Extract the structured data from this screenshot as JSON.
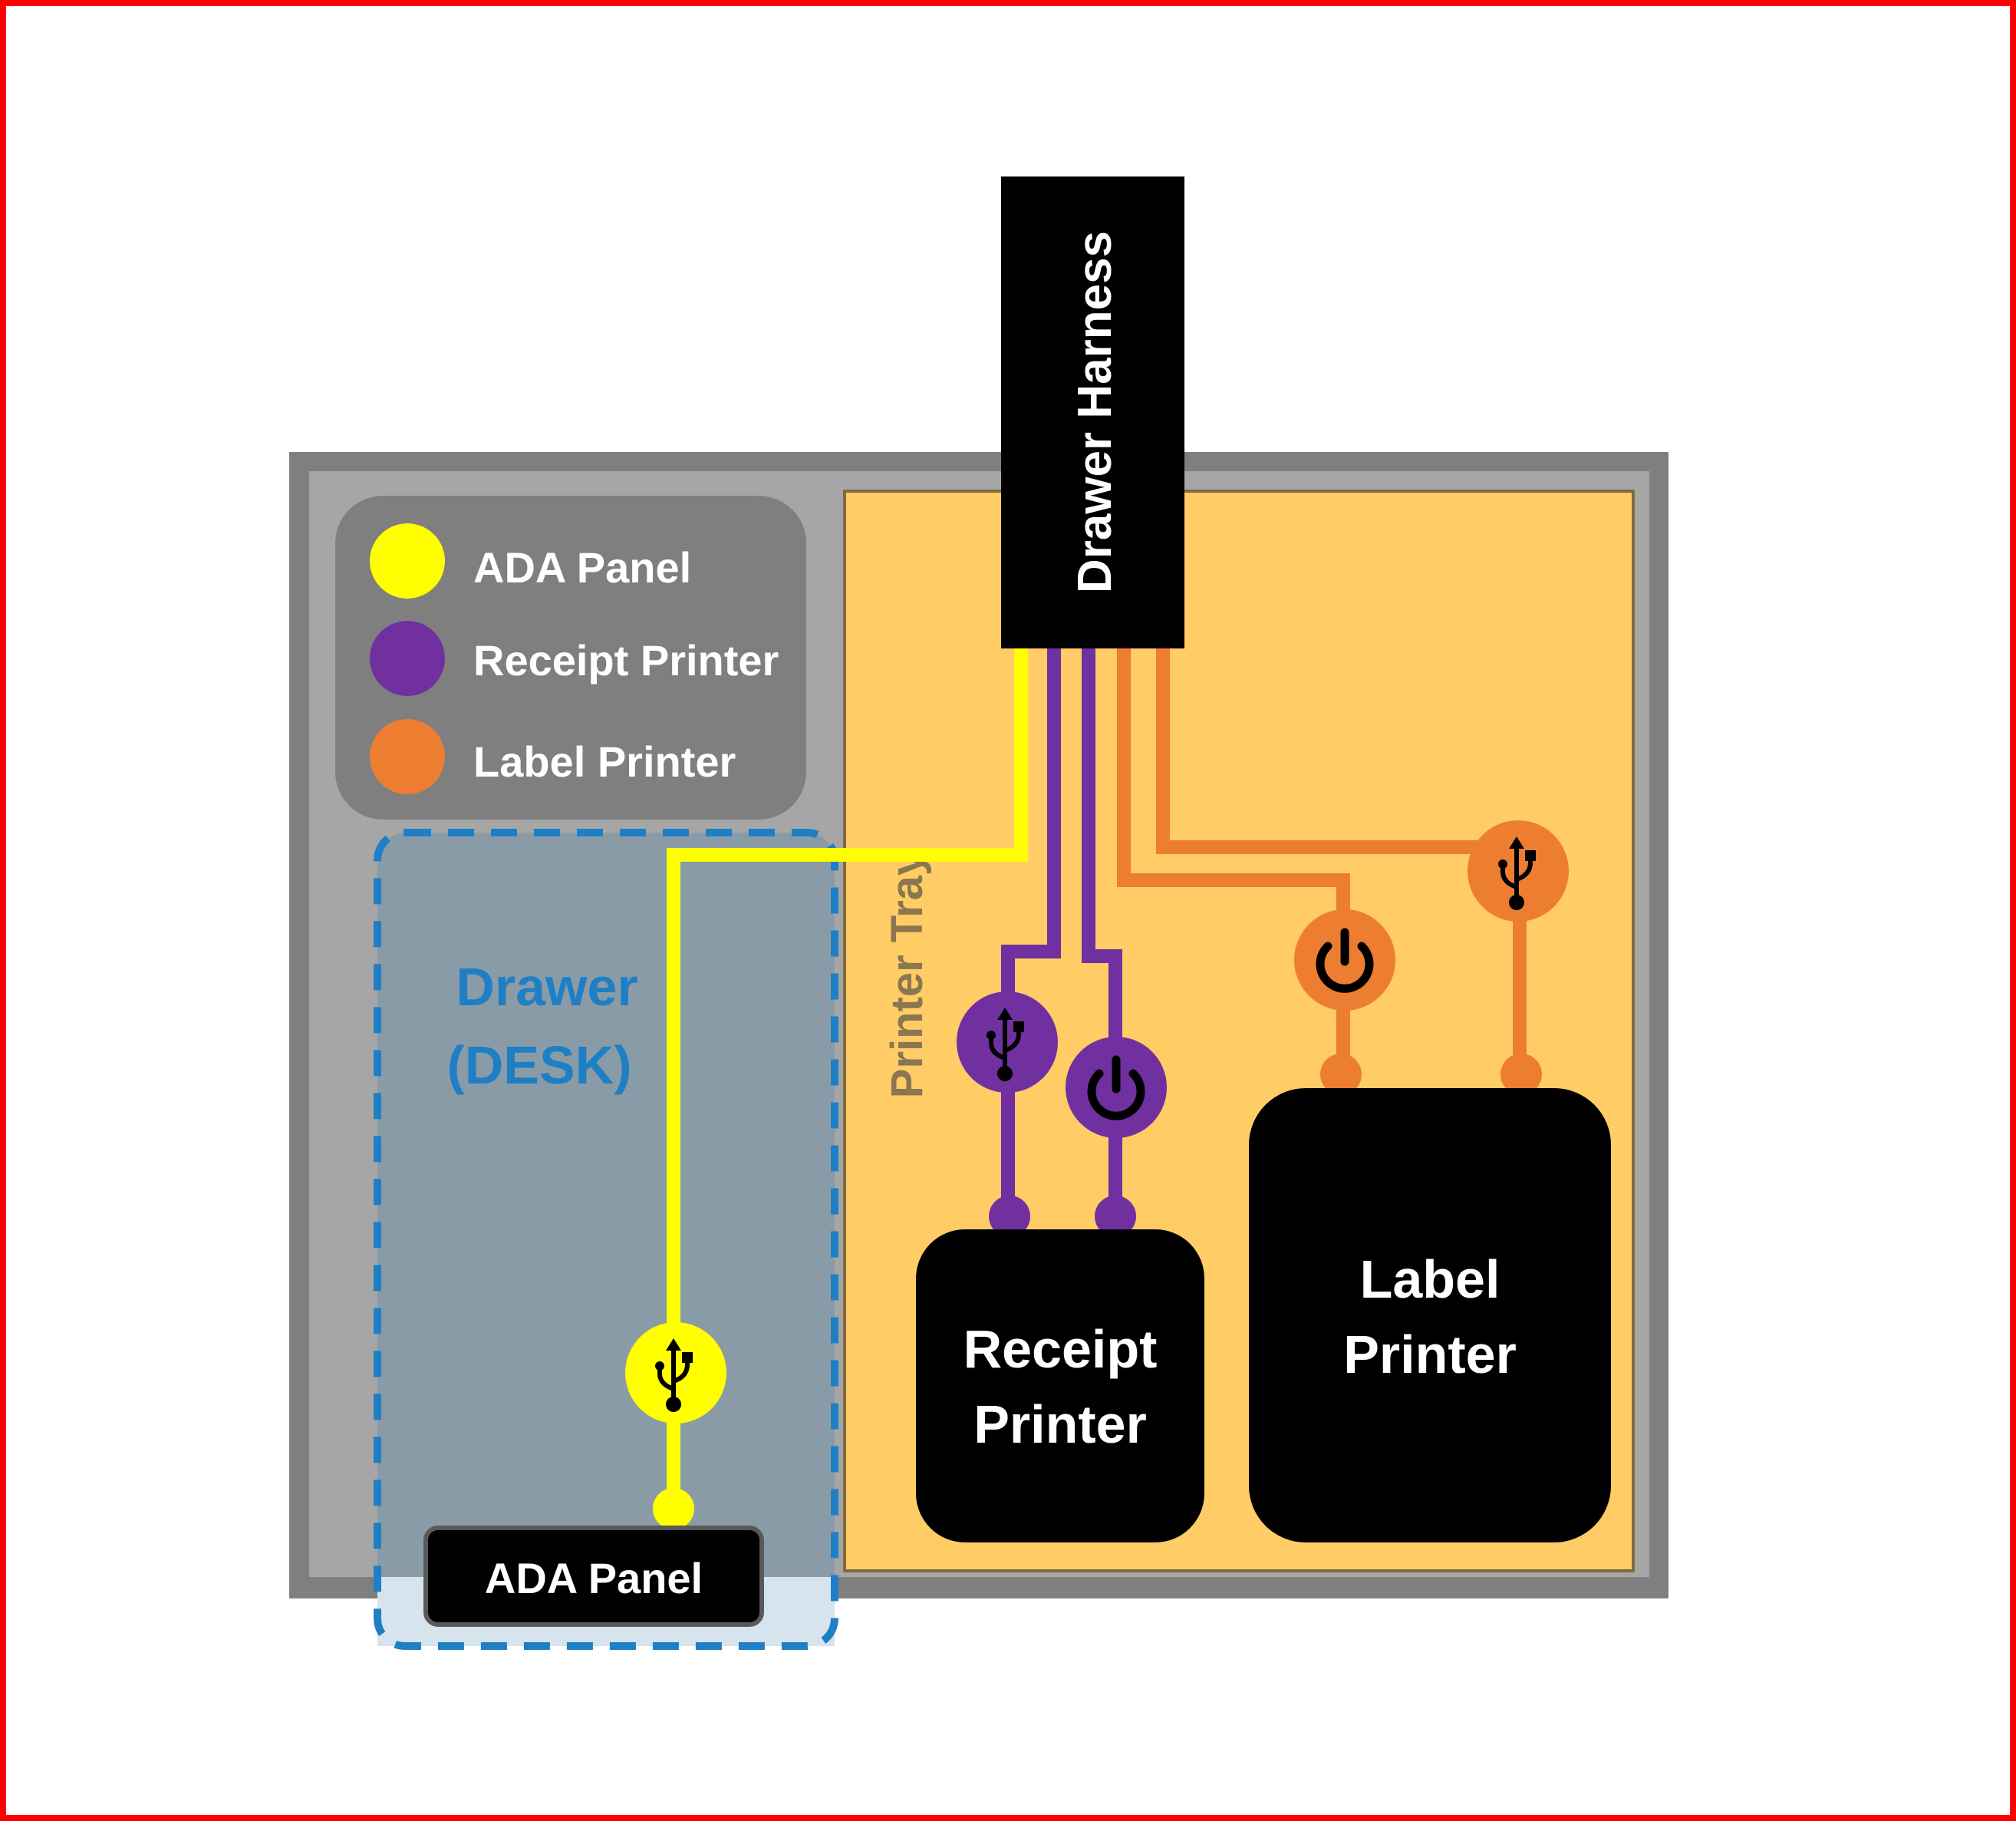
{
  "legend": {
    "items": [
      {
        "label": "ADA Panel",
        "color": "#ffff00"
      },
      {
        "label": "Receipt Printer",
        "color": "#7030a0"
      },
      {
        "label": "Label Printer",
        "color": "#ed7d31"
      }
    ]
  },
  "harness": {
    "label": "Drawer Harness"
  },
  "drawer": {
    "line1": "Drawer",
    "line2": "(DESK)"
  },
  "tray": {
    "label": "Printer Tray"
  },
  "devices": {
    "ada_panel": "ADA Panel",
    "receipt_printer": {
      "line1": "Receipt",
      "line2": "Printer"
    },
    "label_printer": {
      "line1": "Label",
      "line2": "Printer"
    }
  },
  "icons": {
    "usb": "usb-icon",
    "power": "power-icon"
  },
  "colors": {
    "frame_border": "#ff0000",
    "desk_outer": "#7f7f7f",
    "desk_inner": "#a6a6a6",
    "tray_fill": "#ffcc66",
    "drawer_fill": "#8a9ba8",
    "drawer_border": "#1f7fc4",
    "ada_cable": "#ffff00",
    "receipt_cable": "#7030a0",
    "label_cable": "#ed7d31",
    "device_fill": "#000000"
  }
}
